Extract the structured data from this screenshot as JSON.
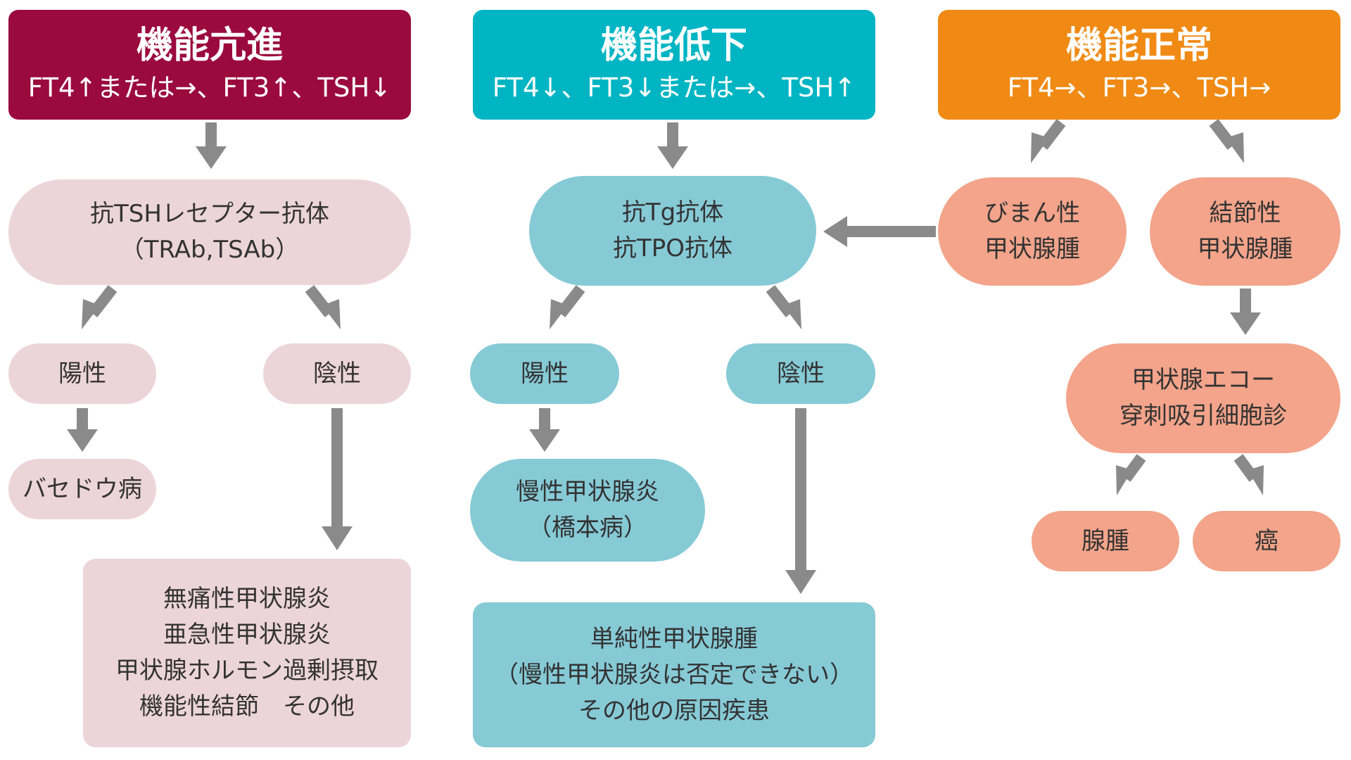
{
  "colors": {
    "hyper_header": "#9b0a3c",
    "hypo_header": "#00b5c3",
    "normal_header": "#f08a14",
    "pink_node": "#ecd5d9",
    "teal_node": "#86cad6",
    "salmon_node": "#f3a48a",
    "arrow": "#8a8a8a"
  },
  "hyper": {
    "title": "機能亢進",
    "subtitle": "FT4↑または→、FT3↑、TSH↓",
    "antibody": [
      "抗TSHレセプター抗体",
      "（TRAb,TSAb）"
    ],
    "positive": "陽性",
    "negative": "陰性",
    "positive_result": "バセドウ病",
    "negative_result": [
      "無痛性甲状腺炎",
      "亜急性甲状腺炎",
      "甲状腺ホルモン過剰摂取",
      "機能性結節　その他"
    ]
  },
  "hypo": {
    "title": "機能低下",
    "subtitle": "FT4↓、FT3↓または→、TSH↑",
    "antibody": [
      "抗Tg抗体",
      "抗TPO抗体"
    ],
    "positive": "陽性",
    "negative": "陰性",
    "positive_result": [
      "慢性甲状腺炎",
      "（橋本病）"
    ],
    "negative_result": [
      "単純性甲状腺腫",
      "（慢性甲状腺炎は否定できない）",
      "その他の原因疾患"
    ]
  },
  "normal": {
    "title": "機能正常",
    "subtitle": "FT4→、FT3→、TSH→",
    "diffuse": [
      "びまん性",
      "甲状腺腫"
    ],
    "nodular": [
      "結節性",
      "甲状腺腫"
    ],
    "exam": [
      "甲状腺エコー",
      "穿刺吸引細胞診"
    ],
    "adenoma": "腺腫",
    "cancer": "癌"
  }
}
